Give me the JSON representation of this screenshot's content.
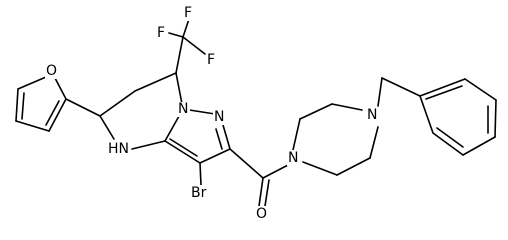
{
  "molecule": {
    "atom_labels": {
      "fluorine_top": "F",
      "fluorine_left": "F",
      "fluorine_right": "F",
      "furan_oxygen": "O",
      "pyrimidine_nh": "HN",
      "pyrazole_nitrogen": "N",
      "pyrazole_n_bridge": "N",
      "bromine": "Br",
      "carbonyl_oxygen": "O",
      "piperazine_n_amide": "N",
      "piperazine_n_benzyl": "N"
    }
  }
}
